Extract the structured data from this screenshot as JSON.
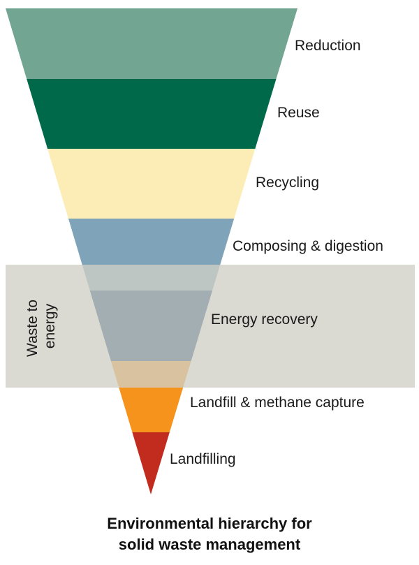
{
  "tiers": [
    {
      "label": "Reduction",
      "color": "#72a592"
    },
    {
      "label": "Reuse",
      "color": "#00694a"
    },
    {
      "label": "Recycling",
      "color": "#fbedb5"
    },
    {
      "label": "Composing & digestion",
      "color": "#7fa3b9"
    },
    {
      "label": "Energy recovery",
      "color": "#003a6a"
    },
    {
      "label": "Landfill & methane capture",
      "color": "#f5931d"
    },
    {
      "label": "Landfilling",
      "color": "#c22c1f"
    }
  ],
  "band": {
    "label_lines": [
      "Waste to",
      "energy"
    ],
    "color": "#d0d0c5"
  },
  "caption": {
    "line1": "Environmental hierarchy for",
    "line2": "solid waste management"
  }
}
